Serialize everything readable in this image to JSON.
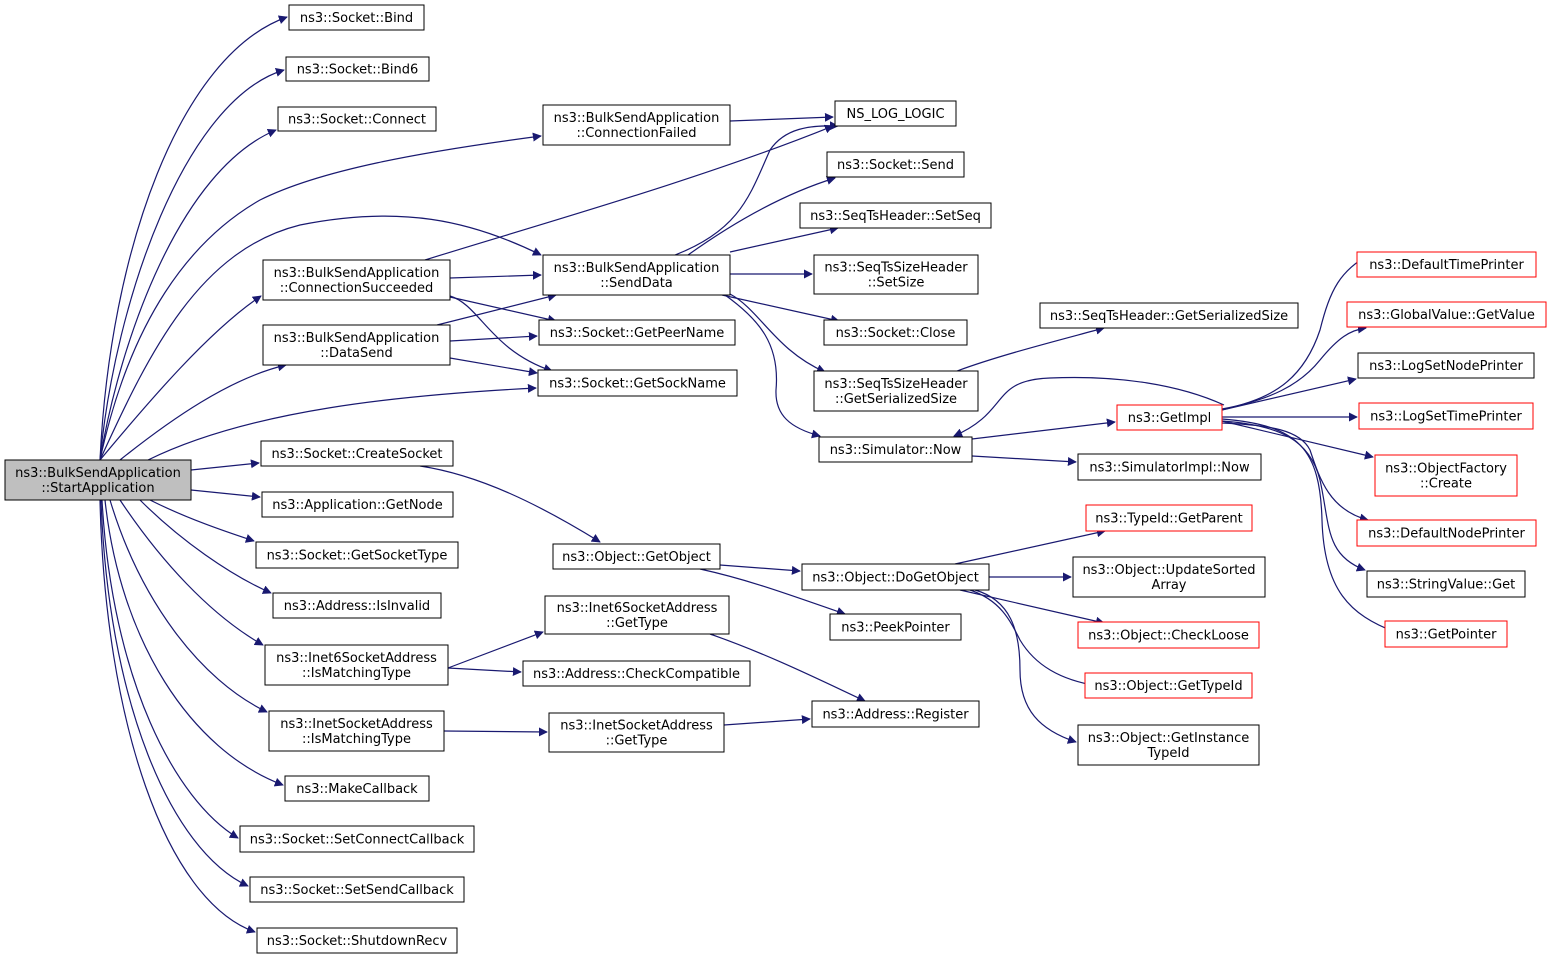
{
  "colors": {
    "edge": "#191970",
    "box_border": "#000000",
    "box_border_truncated": "#ff0000",
    "root_fill": "#bfbfbf",
    "box_fill": "#ffffff",
    "text": "#000000"
  },
  "nodes": {
    "start": {
      "lines": [
        "ns3::BulkSendApplication",
        "::StartApplication"
      ],
      "root": true
    },
    "bind": {
      "lines": [
        "ns3::Socket::Bind"
      ]
    },
    "bind6": {
      "lines": [
        "ns3::Socket::Bind6"
      ]
    },
    "connect": {
      "lines": [
        "ns3::Socket::Connect"
      ]
    },
    "connfailed": {
      "lines": [
        "ns3::BulkSendApplication",
        "::ConnectionFailed"
      ]
    },
    "nslog": {
      "lines": [
        "NS_LOG_LOGIC"
      ]
    },
    "send": {
      "lines": [
        "ns3::Socket::Send"
      ]
    },
    "setseq": {
      "lines": [
        "ns3::SeqTsHeader::SetSeq"
      ]
    },
    "connsucc": {
      "lines": [
        "ns3::BulkSendApplication",
        "::ConnectionSucceeded"
      ]
    },
    "senddata": {
      "lines": [
        "ns3::BulkSendApplication",
        "::SendData"
      ]
    },
    "setsize": {
      "lines": [
        "ns3::SeqTsSizeHeader",
        "::SetSize"
      ]
    },
    "close": {
      "lines": [
        "ns3::Socket::Close"
      ]
    },
    "datasend": {
      "lines": [
        "ns3::BulkSendApplication",
        "::DataSend"
      ]
    },
    "getpeer": {
      "lines": [
        "ns3::Socket::GetPeerName"
      ]
    },
    "getsock": {
      "lines": [
        "ns3::Socket::GetSockName"
      ]
    },
    "seqserial": {
      "lines": [
        "ns3::SeqTsHeader::GetSerializedSize"
      ]
    },
    "sizeserial": {
      "lines": [
        "ns3::SeqTsSizeHeader",
        "::GetSerializedSize"
      ]
    },
    "getimpl": {
      "lines": [
        "ns3::GetImpl"
      ],
      "truncated": true
    },
    "simnow": {
      "lines": [
        "ns3::Simulator::Now"
      ]
    },
    "implnow": {
      "lines": [
        "ns3::SimulatorImpl::Now"
      ]
    },
    "createsock": {
      "lines": [
        "ns3::Socket::CreateSocket"
      ]
    },
    "getnode": {
      "lines": [
        "ns3::Application::GetNode"
      ]
    },
    "getsocktype": {
      "lines": [
        "ns3::Socket::GetSocketType"
      ]
    },
    "isinvalid": {
      "lines": [
        "ns3::Address::IsInvalid"
      ]
    },
    "inet6match": {
      "lines": [
        "ns3::Inet6SocketAddress",
        "::IsMatchingType"
      ]
    },
    "inetmatch": {
      "lines": [
        "ns3::InetSocketAddress",
        "::IsMatchingType"
      ]
    },
    "makecb": {
      "lines": [
        "ns3::MakeCallback"
      ]
    },
    "setconncb": {
      "lines": [
        "ns3::Socket::SetConnectCallback"
      ]
    },
    "setsendcb": {
      "lines": [
        "ns3::Socket::SetSendCallback"
      ]
    },
    "shutdown": {
      "lines": [
        "ns3::Socket::ShutdownRecv"
      ]
    },
    "getobject": {
      "lines": [
        "ns3::Object::GetObject"
      ]
    },
    "inet6type": {
      "lines": [
        "ns3::Inet6SocketAddress",
        "::GetType"
      ]
    },
    "checkcompat": {
      "lines": [
        "ns3::Address::CheckCompatible"
      ]
    },
    "inettype": {
      "lines": [
        "ns3::InetSocketAddress",
        "::GetType"
      ]
    },
    "register": {
      "lines": [
        "ns3::Address::Register"
      ]
    },
    "dogetobj": {
      "lines": [
        "ns3::Object::DoGetObject"
      ]
    },
    "peekptr": {
      "lines": [
        "ns3::PeekPointer"
      ]
    },
    "typeparent": {
      "lines": [
        "ns3::TypeId::GetParent"
      ],
      "truncated": true
    },
    "updsorted": {
      "lines": [
        "ns3::Object::UpdateSorted",
        "Array"
      ]
    },
    "checkloose": {
      "lines": [
        "ns3::Object::CheckLoose"
      ],
      "truncated": true
    },
    "gettypeid": {
      "lines": [
        "ns3::Object::GetTypeId"
      ],
      "truncated": true
    },
    "getinsttype": {
      "lines": [
        "ns3::Object::GetInstance",
        "TypeId"
      ]
    },
    "deftimeprint": {
      "lines": [
        "ns3::DefaultTimePrinter"
      ],
      "truncated": true
    },
    "globalval": {
      "lines": [
        "ns3::GlobalValue::GetValue"
      ],
      "truncated": true
    },
    "lognode": {
      "lines": [
        "ns3::LogSetNodePrinter"
      ]
    },
    "logtime": {
      "lines": [
        "ns3::LogSetTimePrinter"
      ],
      "truncated": true
    },
    "objfactory": {
      "lines": [
        "ns3::ObjectFactory",
        "::Create"
      ],
      "truncated": true
    },
    "defnodeprint": {
      "lines": [
        "ns3::DefaultNodePrinter"
      ],
      "truncated": true
    },
    "strget": {
      "lines": [
        "ns3::StringValue::Get"
      ]
    },
    "getptr": {
      "lines": [
        "ns3::GetPointer"
      ],
      "truncated": true
    }
  }
}
